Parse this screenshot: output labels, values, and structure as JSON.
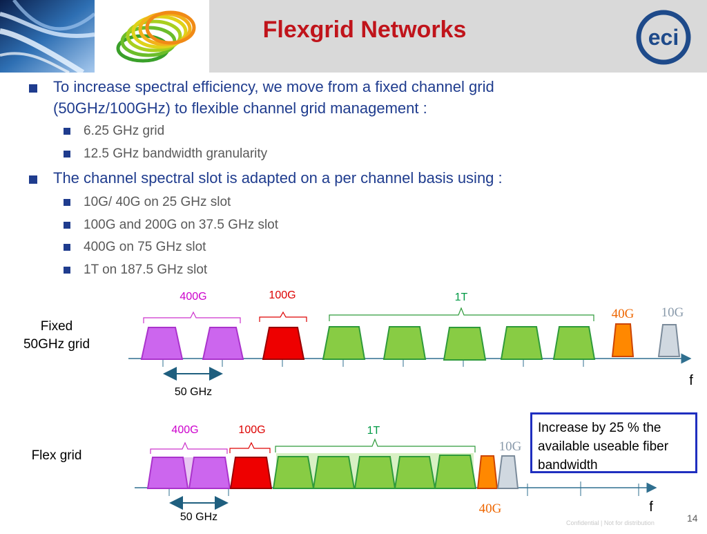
{
  "title": "Flexgrid Networks",
  "logo_text": "eci",
  "bullets": [
    {
      "text": "To increase spectral efficiency, we move from a  fixed channel grid (50GHz/100GHz) to  flexible channel grid management :",
      "sub": [
        "6.25 GHz grid",
        "12.5 GHz bandwidth granularity"
      ]
    },
    {
      "text": "The channel spectral slot  is adapted  on a per channel basis using :",
      "sub": [
        "10G/ 40G on 25 GHz slot",
        "100G and 200G on 37.5 GHz slot",
        "400G on 75 GHz slot",
        "1T on 187.5 GHz slot"
      ]
    }
  ],
  "fixed_grid": {
    "label_line1": "Fixed",
    "label_line2": "50GHz  grid",
    "labels": {
      "l400": "400G",
      "l100": "100G",
      "l1t": "1T",
      "l40": "40G",
      "l10": "10G"
    },
    "spacing_label": "50 GHz",
    "axis_label": "f"
  },
  "flex_grid": {
    "label": "Flex grid",
    "labels": {
      "l400": "400G",
      "l100": "100G",
      "l1t": "1T",
      "l40": "40G",
      "l10": "10G"
    },
    "spacing_label": "50 GHz",
    "axis_label": "f"
  },
  "callout": "Increase by 25 % the available useable fiber bandwidth",
  "page_number": "14",
  "footer_note": "Confidential | Not for distribution",
  "colors": {
    "title": "#c0141b",
    "bullet_text": "#1f3c8e",
    "sub_text": "#595959",
    "ch_400g": "#cc66ee",
    "ch_100g": "#ee0000",
    "ch_1t": "#88cc44",
    "ch_40g": "#ff8800",
    "ch_10g": "#d0d8e0",
    "label_400g": "#cc00cc",
    "label_100g": "#dd0000",
    "label_1t": "#009944",
    "label_40g": "#ee6600",
    "label_10g": "#8899aa",
    "axis": "#2f6f8f"
  }
}
